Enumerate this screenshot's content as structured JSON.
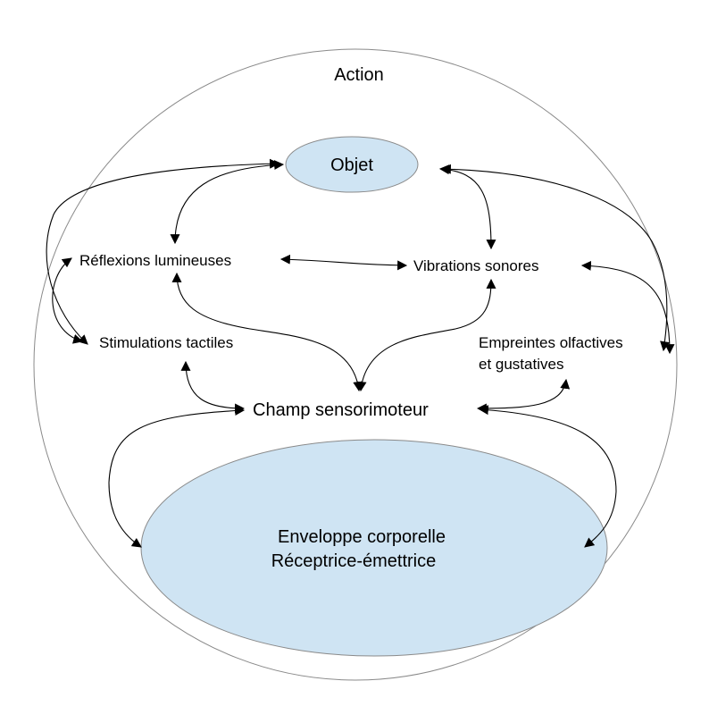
{
  "diagram": {
    "outer_label": "Action",
    "nodes": {
      "objet": "Objet",
      "reflexions": "Réflexions lumineuses",
      "vibrations": "Vibrations sonores",
      "stimulations": "Stimulations tactiles",
      "empreintes_line1": "Empreintes olfactives",
      "empreintes_line2": "et gustatives",
      "champ": "Champ sensorimoteur",
      "enveloppe_line1": "Enveloppe corporelle",
      "enveloppe_line2": "Réceptrice-émettrice"
    },
    "edges": [
      {
        "from": "objet",
        "to": "reflexions",
        "type": "bidirectional"
      },
      {
        "from": "objet",
        "to": "vibrations",
        "type": "bidirectional"
      },
      {
        "from": "objet",
        "to": "stimulations",
        "type": "bidirectional"
      },
      {
        "from": "objet",
        "to": "empreintes",
        "type": "bidirectional"
      },
      {
        "from": "reflexions",
        "to": "vibrations",
        "type": "bidirectional"
      },
      {
        "from": "reflexions",
        "to": "stimulations",
        "type": "bidirectional"
      },
      {
        "from": "vibrations",
        "to": "empreintes",
        "type": "bidirectional"
      },
      {
        "from": "champ",
        "to": "reflexions",
        "type": "bidirectional"
      },
      {
        "from": "champ",
        "to": "vibrations",
        "type": "bidirectional"
      },
      {
        "from": "champ",
        "to": "stimulations",
        "type": "bidirectional"
      },
      {
        "from": "champ",
        "to": "empreintes",
        "type": "bidirectional"
      },
      {
        "from": "champ",
        "to": "enveloppe",
        "type": "bidirectional-left"
      },
      {
        "from": "champ",
        "to": "enveloppe",
        "type": "bidirectional-right"
      }
    ],
    "colors": {
      "node_fill": "#cfe4f3",
      "node_stroke": "#8a8a8a",
      "outer_stroke": "#8a8a8a",
      "arrow": "#000000"
    }
  }
}
